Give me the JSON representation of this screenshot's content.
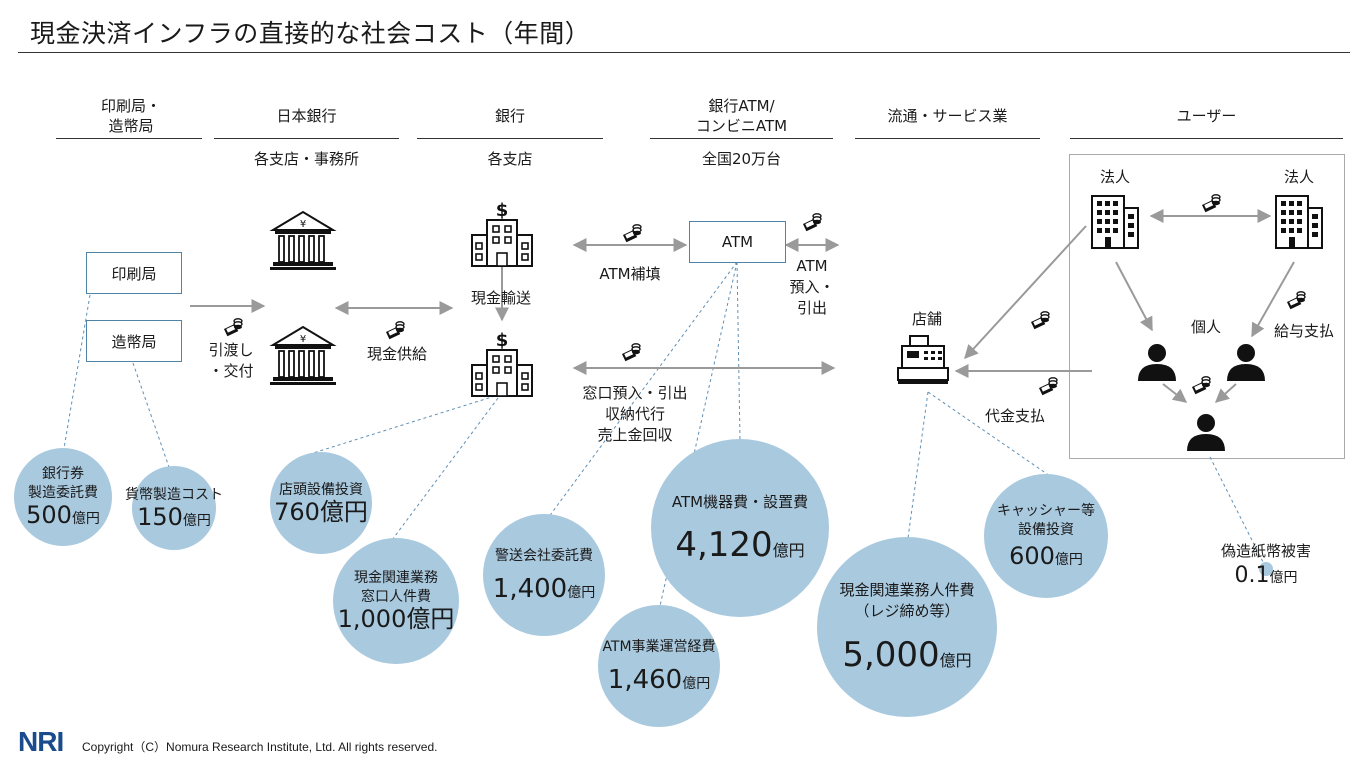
{
  "title": "現金決済インフラの直接的な社会コスト（年間）",
  "columns": [
    {
      "header": "印刷局・\n造幣局",
      "sub": ""
    },
    {
      "header": "日本銀行",
      "sub": "各支店・事務所"
    },
    {
      "header": "銀行",
      "sub": "各支店"
    },
    {
      "header": "銀行ATM/\nコンビニATM",
      "sub": "全国20万台"
    },
    {
      "header": "流通・サービス業",
      "sub": ""
    },
    {
      "header": "ユーザー",
      "sub": ""
    }
  ],
  "boxes": {
    "printing": "印刷局",
    "mint": "造幣局",
    "atm": "ATM"
  },
  "labels": {
    "handover": "引渡し\n・交付",
    "cash_supply": "現金供給",
    "cash_transport": "現金輸送",
    "atm_refill": "ATM補填",
    "atm_deposit": "ATM\n預入・\n引出",
    "counter": "窓口預入・引出\n収納代行\n売上金回収",
    "store": "店舗",
    "payment": "代金支払",
    "corp1": "法人",
    "corp2": "法人",
    "individual": "個人",
    "salary": "給与支払"
  },
  "bubbles": [
    {
      "id": "banknote",
      "title": "銀行券\n製造委託費",
      "value": "500",
      "unit": "億円"
    },
    {
      "id": "coin",
      "title": "貨幣製造コスト",
      "value": "150",
      "unit": "億円"
    },
    {
      "id": "branch-capex",
      "title": "店頭設備投資",
      "value": "760億円",
      "unit": ""
    },
    {
      "id": "counter-staff",
      "title": "現金関連業務\n窓口人件費",
      "value": "1,000億円",
      "unit": ""
    },
    {
      "id": "security",
      "title": "警送会社委託費",
      "value": "1,400",
      "unit": "億円"
    },
    {
      "id": "atm-ops",
      "title": "ATM事業運営経費",
      "value": "1,460",
      "unit": "億円"
    },
    {
      "id": "atm-equip",
      "title": "ATM機器費・設置費",
      "value": "4,120",
      "unit": "億円"
    },
    {
      "id": "retail-staff",
      "title": "現金関連業務人件費\n（レジ締め等）",
      "value": "5,000",
      "unit": "億円"
    },
    {
      "id": "cashier",
      "title": "キャッシャー等\n設備投資",
      "value": "600",
      "unit": "億円"
    },
    {
      "id": "counterfeit",
      "title": "偽造紙幣被害",
      "value": "0.1",
      "unit": "億円"
    }
  ],
  "footer": {
    "logo": "NRI",
    "copyright": "Copyright（C）Nomura Research Institute, Ltd. All rights reserved."
  },
  "colors": {
    "bubble": "#a9c9df",
    "box_border": "#4f84a8",
    "arrow": "#9a9a9a",
    "icon": "#111111"
  }
}
